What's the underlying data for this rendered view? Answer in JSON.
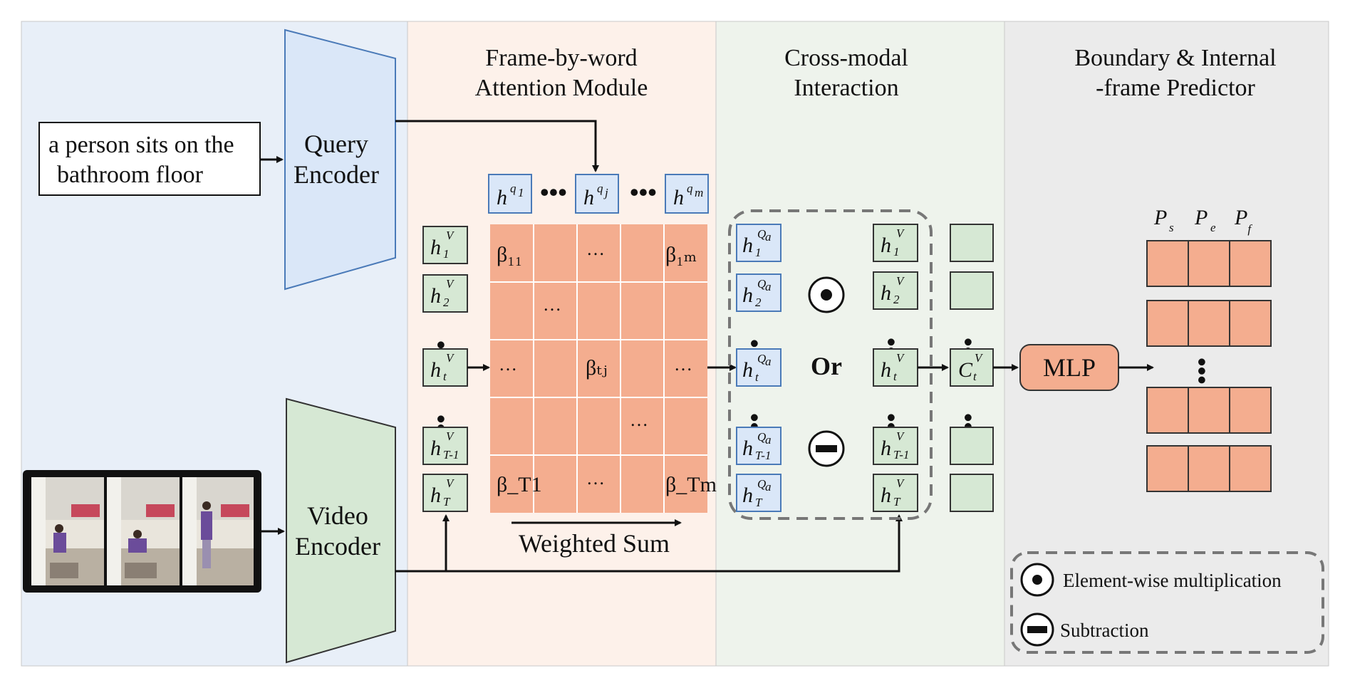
{
  "sections": [
    {
      "title_lines": []
    },
    {
      "title_lines": [
        "Frame-by-word",
        "Attention Module"
      ]
    },
    {
      "title_lines": [
        "Cross-modal",
        "Interaction"
      ]
    },
    {
      "title_lines": [
        "Boundary & Internal",
        "-frame Predictor"
      ]
    }
  ],
  "query_text_lines": [
    "a person sits on the",
    "bathroom floor"
  ],
  "query_encoder_lines": [
    "Query",
    "Encoder"
  ],
  "video_encoder_lines": [
    "Video",
    "Encoder"
  ],
  "word_tokens": {
    "base": "h",
    "sups": [
      "q",
      "q",
      "q"
    ],
    "subs": [
      "1",
      "j",
      "m"
    ]
  },
  "video_features": {
    "base": "h",
    "sup": "V",
    "subs": [
      "1",
      "2",
      "t",
      "T-1",
      "T"
    ]
  },
  "query_aligned_features": {
    "base": "h",
    "sup": "Q",
    "sup_sub": "a",
    "subs": [
      "1",
      "2",
      "t",
      "T-1",
      "T"
    ]
  },
  "fused_features": {
    "base": "h",
    "sup": "V",
    "subs": [
      "1",
      "2",
      "t",
      "T-1",
      "T"
    ]
  },
  "matrix_labels": {
    "b11": "β₁₁",
    "b1m": "β₁ₘ",
    "btj": "βₜⱼ",
    "bT1": "β_T1",
    "bTm": "β_Tm",
    "beta": "β",
    "ellipsis": "…"
  },
  "weighted_sum_label": "Weighted Sum",
  "or_label": "Or",
  "context_feature": {
    "base": "C",
    "sup": "V",
    "sub": "t"
  },
  "mlp_label": "MLP",
  "predictions": {
    "labels": [
      "P",
      "P",
      "P"
    ],
    "subs": [
      "s",
      "e",
      "f"
    ]
  },
  "legend": {
    "multiplication": "Element-wise multiplication",
    "subtraction": "Subtraction"
  },
  "colors": {
    "panel1": "#e8eff8",
    "panel2": "#fdf1ea",
    "panel3": "#eef3ec",
    "panel4": "#ebebeb",
    "blue_fill": "#dae7f8",
    "blue_stroke": "#4a7ab8",
    "green_fill": "#d6e8d4",
    "green_stroke": "#333333",
    "salmon": "#f4ad8f"
  }
}
